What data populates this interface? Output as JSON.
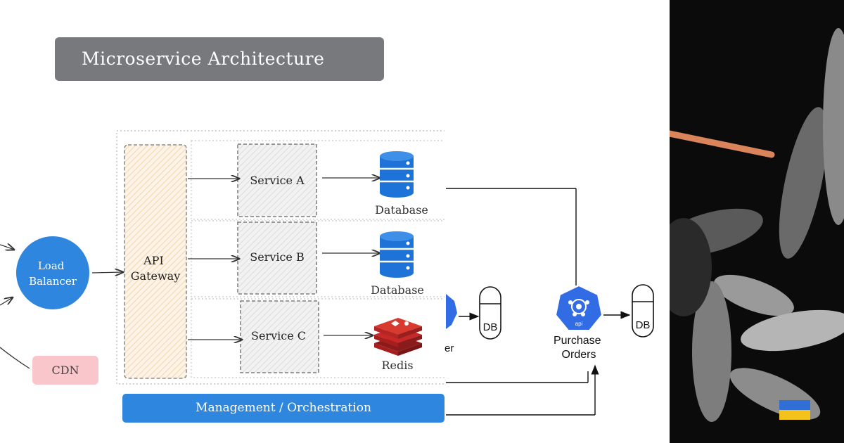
{
  "title": "Microservice Architecture",
  "load_balancer": "Load Balancer",
  "api_gateway": "API Gateway",
  "services": [
    {
      "label": "Service A",
      "store": "Database",
      "store_kind": "database-icon"
    },
    {
      "label": "Service B",
      "store": "Database",
      "store_kind": "database-icon"
    },
    {
      "label": "Service C",
      "store": "Redis",
      "store_kind": "redis-icon"
    }
  ],
  "cdn": "CDN",
  "management": "Management / Orchestration",
  "right_panel": {
    "db_left": "DB",
    "partial_label": "er",
    "purchase_orders": "Purchase Orders",
    "api_icon_text": "api",
    "db_right": "DB"
  },
  "colors": {
    "accent_blue": "#2e86de",
    "title_gray": "#77797c",
    "cdn_pink": "#f9c6cc",
    "redis_red": "#c62828",
    "k8s_blue": "#326ce5"
  }
}
